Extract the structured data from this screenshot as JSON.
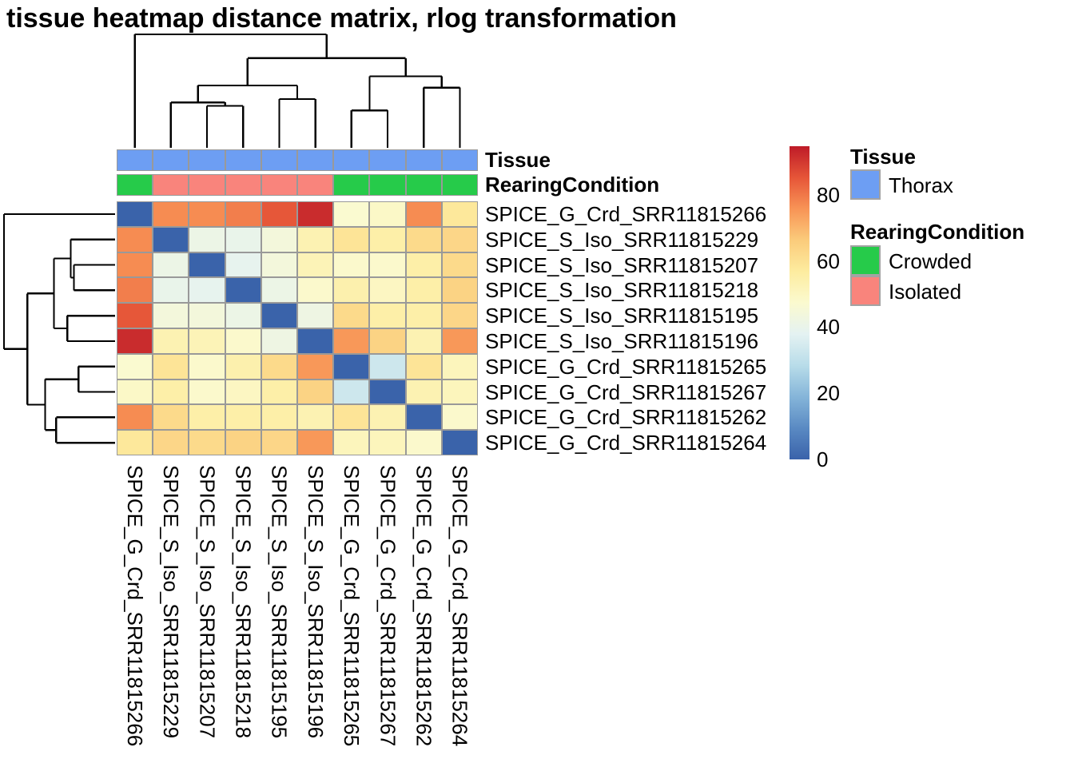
{
  "title": "tissue heatmap distance matrix, rlog transformation",
  "annotation_row_labels": {
    "tissue": "Tissue",
    "rearing": "RearingCondition"
  },
  "legend": {
    "tissue": {
      "title": "Tissue",
      "items": [
        {
          "label": "Thorax",
          "color": "#6D9EF3"
        }
      ]
    },
    "rearing": {
      "title": "RearingCondition",
      "items": [
        {
          "label": "Crowded",
          "color": "#26CB4A"
        },
        {
          "label": "Isolated",
          "color": "#F9847C"
        }
      ]
    }
  },
  "colorbar": {
    "tick_labels": [
      "80",
      "60",
      "40",
      "20",
      "0"
    ],
    "tick_values": [
      80,
      60,
      40,
      20,
      0
    ],
    "vmin": 0,
    "vmax": 94.7
  },
  "colors": {
    "cell_border": "#999999",
    "dendrogram": "#000000",
    "annotation_colors": {
      "Thorax": "#6D9EF3",
      "Crowded": "#26CB4A",
      "Isolated": "#F9847C"
    },
    "colormap_stops": [
      "#3A63AA",
      "#5A8AC3",
      "#85B5D9",
      "#B8DCE9",
      "#E4F2F2",
      "#FBFACF",
      "#FDEC9F",
      "#FBCB7B",
      "#F89456",
      "#E65538",
      "#BE1B28"
    ]
  },
  "chart_data": {
    "type": "heatmap",
    "title": "tissue heatmap distance matrix, rlog transformation",
    "samples": [
      "SPICE_G_Crd_SRR11815266",
      "SPICE_S_Iso_SRR11815229",
      "SPICE_S_Iso_SRR11815207",
      "SPICE_S_Iso_SRR11815218",
      "SPICE_S_Iso_SRR11815195",
      "SPICE_S_Iso_SRR11815196",
      "SPICE_G_Crd_SRR11815265",
      "SPICE_G_Crd_SRR11815267",
      "SPICE_G_Crd_SRR11815262",
      "SPICE_G_Crd_SRR11815264"
    ],
    "tissue": [
      "Thorax",
      "Thorax",
      "Thorax",
      "Thorax",
      "Thorax",
      "Thorax",
      "Thorax",
      "Thorax",
      "Thorax",
      "Thorax"
    ],
    "rearing_condition": [
      "Crowded",
      "Isolated",
      "Isolated",
      "Isolated",
      "Isolated",
      "Isolated",
      "Crowded",
      "Crowded",
      "Crowded",
      "Crowded"
    ],
    "matrix": [
      [
        0,
        77,
        77,
        79,
        85,
        92,
        47,
        49,
        77,
        58
      ],
      [
        77,
        0,
        41,
        40,
        44,
        53,
        59,
        55,
        62,
        63
      ],
      [
        77,
        41,
        0,
        39,
        44,
        52,
        48,
        48,
        55,
        62
      ],
      [
        79,
        40,
        39,
        0,
        41,
        48,
        54,
        50,
        55,
        64
      ],
      [
        85,
        44,
        44,
        41,
        0,
        42,
        62,
        55,
        55,
        63
      ],
      [
        92,
        53,
        52,
        48,
        42,
        0,
        75,
        64,
        53,
        75
      ],
      [
        47,
        59,
        48,
        54,
        62,
        75,
        0,
        33,
        59,
        51
      ],
      [
        49,
        55,
        48,
        50,
        55,
        64,
        33,
        0,
        53,
        51
      ],
      [
        77,
        62,
        55,
        55,
        55,
        53,
        59,
        53,
        0,
        48
      ],
      [
        58,
        63,
        62,
        64,
        63,
        75,
        51,
        51,
        48,
        0
      ]
    ],
    "value_range": [
      0,
      94.7
    ],
    "col_dendrogram": {
      "h": 1.0,
      "c": [
        {
          "l": 0
        },
        {
          "h": 0.79,
          "c": [
            {
              "h": 0.55,
              "c": [
                {
                  "h": 0.4,
                  "c": [
                    {
                      "l": 1
                    },
                    {
                      "h": 0.37,
                      "c": [
                        {
                          "l": 2
                        },
                        {
                          "l": 3
                        }
                      ]
                    }
                  ]
                },
                {
                  "h": 0.43,
                  "c": [
                    {
                      "l": 4
                    },
                    {
                      "l": 5
                    }
                  ]
                }
              ]
            },
            {
              "h": 0.63,
              "c": [
                {
                  "h": 0.33,
                  "c": [
                    {
                      "l": 6
                    },
                    {
                      "l": 7
                    }
                  ]
                },
                {
                  "h": 0.53,
                  "c": [
                    {
                      "l": 8
                    },
                    {
                      "l": 9
                    }
                  ]
                }
              ]
            }
          ]
        }
      ]
    },
    "row_dendrogram_same_as_col": true
  }
}
